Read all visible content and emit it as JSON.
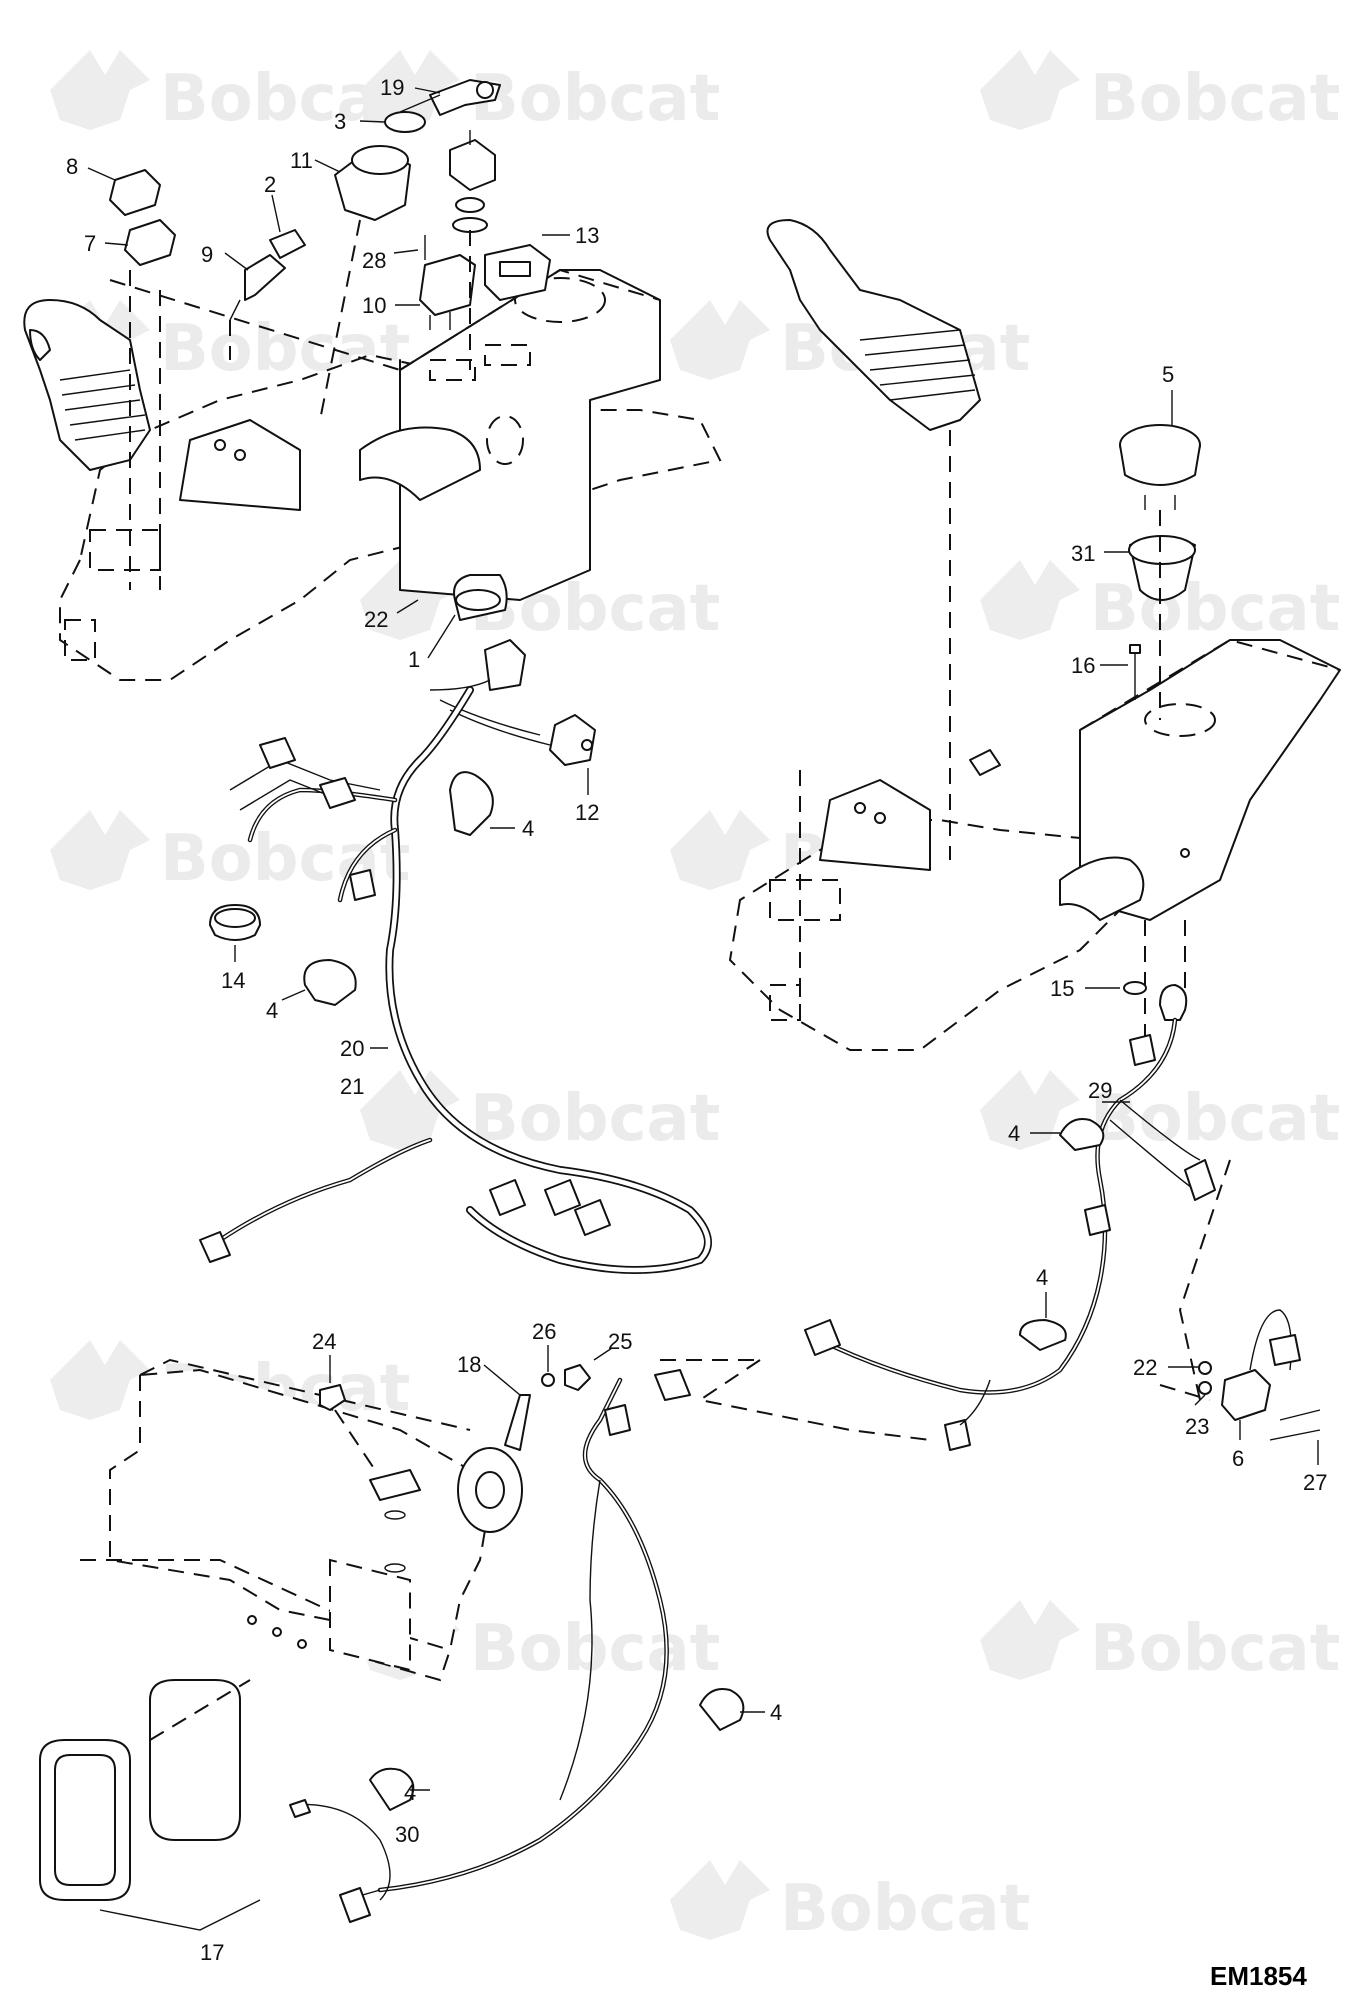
{
  "watermark": {
    "text": "Bobcat",
    "icon": "bobcat-logo-icon"
  },
  "drawing_code": "EM1854",
  "callouts": {
    "c19": "19",
    "c3": "3",
    "c11": "11",
    "c8": "8",
    "c2": "2",
    "c7": "7",
    "c9": "9",
    "c28": "28",
    "c13": "13",
    "c10": "10",
    "c5": "5",
    "c31": "31",
    "c16": "16",
    "c22a": "22",
    "c1": "1",
    "c12": "12",
    "c4a": "4",
    "c14": "14",
    "c4b": "4",
    "c15": "15",
    "c20": "20",
    "c21": "21",
    "c29": "29",
    "c4c": "4",
    "c4d": "4",
    "c24": "24",
    "c26": "26",
    "c25": "25",
    "c18": "18",
    "c22b": "22",
    "c23": "23",
    "c6": "6",
    "c27": "27",
    "c4e": "4",
    "c4f": "4",
    "c30": "30",
    "c17": "17"
  }
}
